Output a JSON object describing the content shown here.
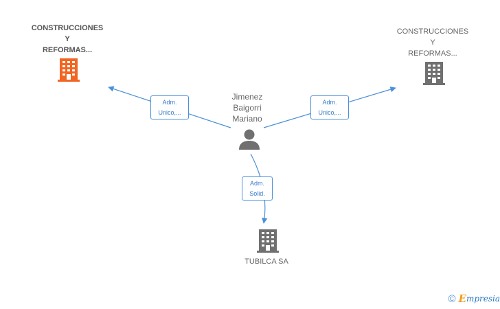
{
  "nodes": {
    "company_left": {
      "lines": [
        "CONSTRUCCIONES",
        "Y",
        "REFORMAS..."
      ],
      "color": "#f26522",
      "icon": "building-icon"
    },
    "company_right": {
      "lines": [
        "CONSTRUCCIONES",
        "Y",
        "REFORMAS..."
      ],
      "color": "#707070",
      "icon": "building-icon"
    },
    "person": {
      "lines": [
        "Jimenez",
        "Baigorri",
        "Mariano"
      ],
      "color": "#707070",
      "icon": "person-icon"
    },
    "company_bottom": {
      "lines": [
        "TUBILCA SA"
      ],
      "color": "#707070",
      "icon": "building-icon"
    }
  },
  "edges": {
    "to_left": {
      "lines": [
        "Adm.",
        "Unico,..."
      ]
    },
    "to_right": {
      "lines": [
        "Adm.",
        "Unico,..."
      ]
    },
    "to_bottom": {
      "lines": [
        "Adm.",
        "Solid."
      ]
    }
  },
  "edge_color": "#4a90d9",
  "footer": {
    "copyright_symbol": "©",
    "brand_initial": "E",
    "brand_rest": "mpresia"
  }
}
